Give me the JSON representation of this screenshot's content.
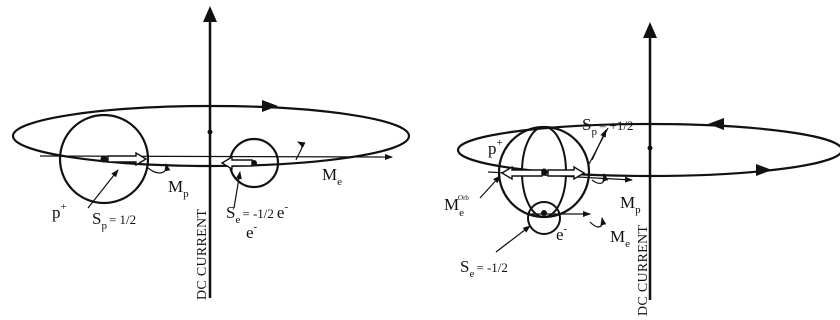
{
  "left_diagram": {
    "axis_title": "DC CURRENT",
    "proton_label": "p",
    "proton_charge": "+",
    "proton_spin_symbol": "S",
    "proton_spin_sub": "p",
    "proton_spin_value": "= 1/2",
    "proton_moment_symbol": "M",
    "proton_moment_sub": "p",
    "electron_spin_symbol": "S",
    "electron_spin_sub": "e",
    "electron_spin_value": "= -1/2",
    "electron_label_right": "e",
    "electron_label_right_charge": "-",
    "electron_label_below": "e",
    "electron_label_below_charge": "-",
    "electron_moment_symbol": "M",
    "electron_moment_sub": "e"
  },
  "right_diagram": {
    "axis_title": "DC CURRENT",
    "proton_label": "p",
    "proton_charge": "+",
    "proton_spin_symbol": "S",
    "proton_spin_sub": "p",
    "proton_spin_value": "= +1/2",
    "proton_moment_symbol": "M",
    "proton_moment_sub": "p",
    "orbital_moment_symbol": "M",
    "orbital_moment_sub": "e",
    "orbital_moment_sup": "Orb",
    "electron_label": "e",
    "electron_charge": "-",
    "electron_moment_symbol": "M",
    "electron_moment_sub": "e",
    "electron_spin_symbol": "S",
    "electron_spin_sub": "e",
    "electron_spin_value": "= -1/2"
  },
  "colors": {
    "ink": "#111111",
    "background": "#ffffff"
  }
}
